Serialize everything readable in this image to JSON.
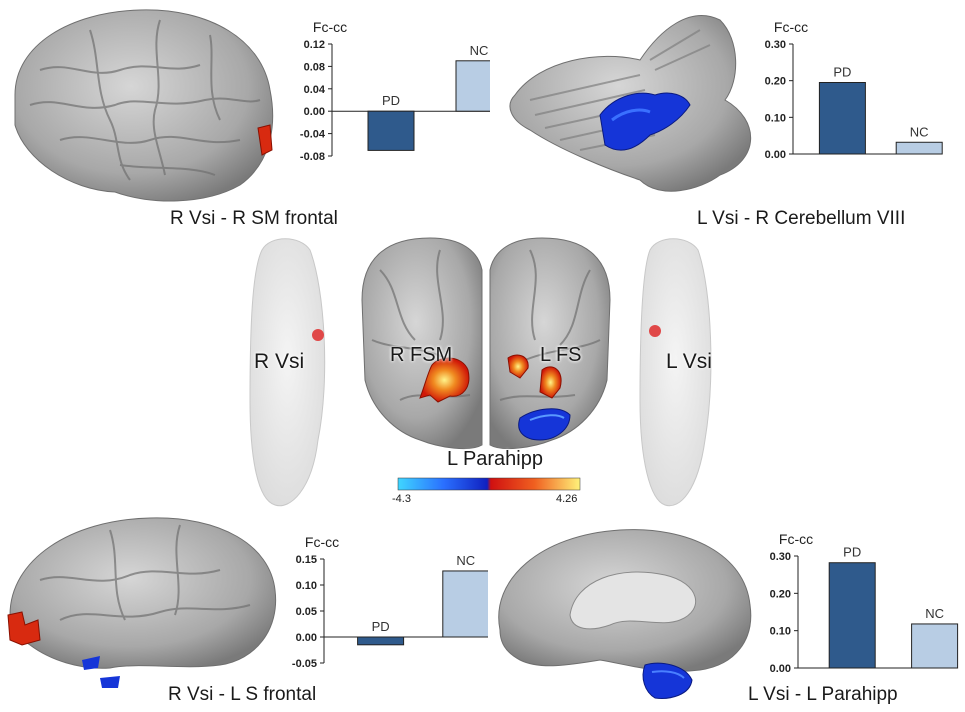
{
  "colors": {
    "pd": "#2f5a8c",
    "nc": "#b8cde4",
    "cortex": "#9a9a9a",
    "activation_pos": "#e03010",
    "activation_neg": "#1030d0"
  },
  "panels": [
    {
      "caption": "R Vsi - R SM frontal"
    },
    {
      "caption": "L Vsi - R Cerebellum VIII"
    },
    {
      "caption": "R Vsi - L S frontal"
    },
    {
      "caption": "L Vsi - L Parahipp"
    }
  ],
  "center": {
    "left_seed": "R Vsi",
    "right_seed": "L Vsi",
    "labels": [
      "R FSM",
      "L FS",
      "L Parahipp"
    ],
    "colorbar": {
      "min": "-4.3",
      "max": "4.26"
    }
  },
  "chart_data": [
    {
      "type": "bar",
      "ylabel": "Fc-cc",
      "categories": [
        "PD",
        "NC"
      ],
      "values": [
        -0.07,
        0.09
      ],
      "ylim": [
        -0.08,
        0.12
      ],
      "yticks": [
        "0.12",
        "0.08",
        "0.04",
        "0.00",
        "-0.04",
        "-0.08"
      ]
    },
    {
      "type": "bar",
      "ylabel": "Fc-cc",
      "categories": [
        "PD",
        "NC"
      ],
      "values": [
        0.195,
        0.032
      ],
      "ylim": [
        0,
        0.3
      ],
      "yticks": [
        "0.30",
        "0.20",
        "0.10",
        "0.00"
      ]
    },
    {
      "type": "bar",
      "ylabel": "Fc-cc",
      "categories": [
        "PD",
        "NC"
      ],
      "values": [
        -0.015,
        0.127
      ],
      "ylim": [
        -0.05,
        0.15
      ],
      "yticks": [
        "0.15",
        "0.10",
        "0.05",
        "0.00",
        "-0.05"
      ]
    },
    {
      "type": "bar",
      "ylabel": "Fc-cc",
      "categories": [
        "PD",
        "NC"
      ],
      "values": [
        0.282,
        0.118
      ],
      "ylim": [
        0,
        0.3
      ],
      "yticks": [
        "0.30",
        "0.20",
        "0.10",
        "0.00"
      ]
    }
  ]
}
